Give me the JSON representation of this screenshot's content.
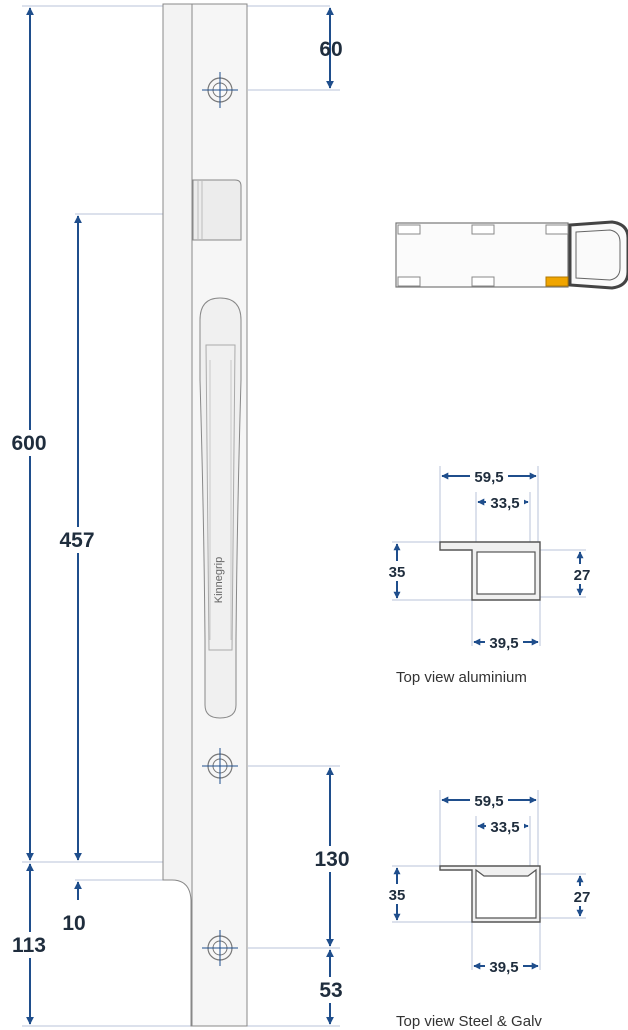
{
  "colors": {
    "dimension_line": "#1f4e8c",
    "leader_line": "#b9c3da",
    "profile_outline": "#555555",
    "profile_fill": "#f0f0f0",
    "accent": "#f0a500"
  },
  "main_view": {
    "brand_text": "Kinnegrip",
    "dimensions": {
      "total_length": "600",
      "handle_height": "457",
      "hole_from_top": "60",
      "hole_spacing_bottom": "130",
      "hole_from_bottom": "53",
      "offset": "10",
      "lower_section": "113"
    }
  },
  "vehicle_icon": {
    "icon": "truck-top-view-icon",
    "highlight_color": "#f0a500"
  },
  "aluminium_profile": {
    "width_outer": "59,5",
    "width_inner_top": "33,5",
    "width_bottom": "39,5",
    "height_left": "35",
    "height_right": "27",
    "caption": "Top view aluminium"
  },
  "steel_profile": {
    "width_outer": "59,5",
    "width_inner_top": "33,5",
    "width_bottom": "39,5",
    "height_left": "35",
    "height_right": "27",
    "caption": "Top view Steel & Galv"
  }
}
